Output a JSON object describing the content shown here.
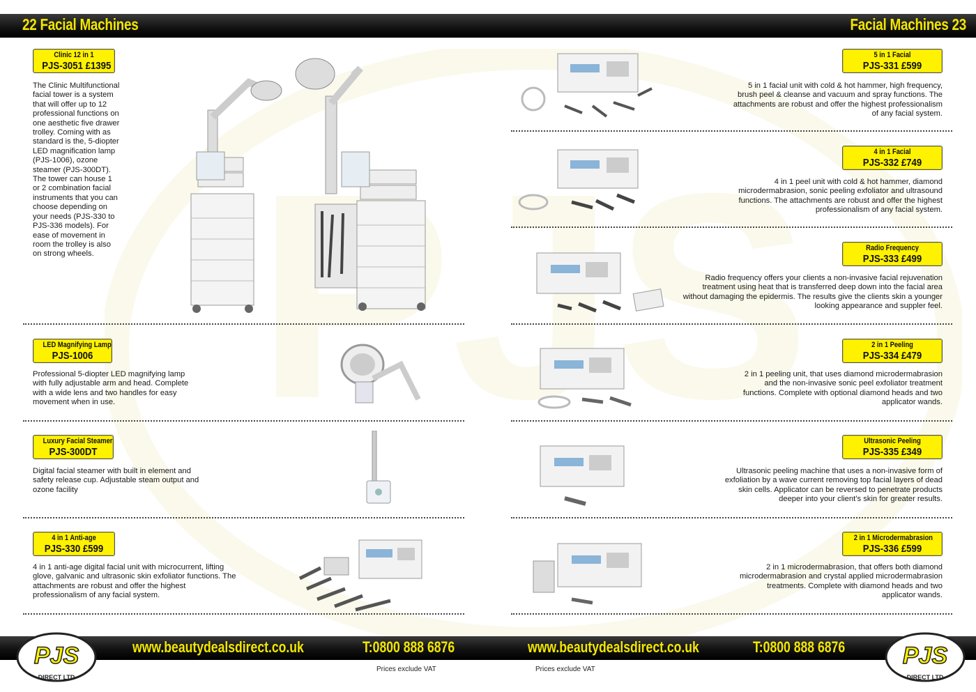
{
  "header": {
    "left": "22  Facial Machines",
    "right": "Facial Machines  23"
  },
  "products": [
    {
      "name": "Clinic 12 in 1",
      "code": "PJS-3051  £1395",
      "description": "The Clinic Multifunctional facial tower is a system that will offer up to 12 professional functions on one aesthetic five drawer trolley. Coming with as standard is the, 5-diopter LED magnification lamp (PJS-1006), ozone steamer (PJS-300DT). The tower can house 1 or 2 combination facial instruments that you can choose depending on your needs (PJS-330 to PJS-336 models). For ease of movement in room the trolley is also on strong wheels."
    },
    {
      "name": "LED Magnifying Lamp",
      "code": "PJS-1006",
      "description": "Professional 5-diopter LED magnifying lamp with fully adjustable arm and head. Complete with a wide lens and two handles for easy movement when in use."
    },
    {
      "name": "Luxury Facial Steamer",
      "code": "PJS-300DT",
      "description": "Digital facial steamer with built in element and safety release cup. Adjustable steam output and ozone facility"
    },
    {
      "name": "4 in 1 Anti-age",
      "code": "PJS-330  £599",
      "description": "4 in 1 anti-age digital facial unit with microcurrent, lifting glove, galvanic and ultrasonic skin exfoliator functions. The attachments are robust and offer the highest professionalism of any facial system."
    },
    {
      "name": "5 in 1 Facial",
      "code": "PJS-331  £599",
      "description": "5 in 1 facial unit with cold & hot hammer, high frequency, brush peel & cleanse and vacuum and spray functions. The attachments are robust and offer the highest professionalism of any facial system."
    },
    {
      "name": "4 in 1 Facial",
      "code": "PJS-332  £749",
      "description": "4 in 1 peel unit with cold & hot hammer, diamond microdermabrasion, sonic peeling exfoliator and ultrasound functions. The attachments are robust and offer the highest professionalism of any facial system."
    },
    {
      "name": "Radio Frequency",
      "code": "PJS-333  £499",
      "description": "Radio frequency offers your clients a non-invasive facial rejuvenation treatment using heat that is transferred deep down into the facial area without damaging the epidermis. The results give the clients skin a younger looking appearance and suppler feel."
    },
    {
      "name": "2 in 1 Peeling",
      "code": "PJS-334  £479",
      "description": "2 in 1 peeling unit, that uses diamond microdermabrasion and the non-invasive sonic peel exfoliator treatment functions. Complete with optional diamond heads and two applicator wands."
    },
    {
      "name": "Ultrasonic Peeling",
      "code": "PJS-335  £349",
      "description": "Ultrasonic peeling machine that uses a non-invasive form of exfoliation by a wave current removing top facial layers of dead skin cells. Applicator can be reversed to penetrate products deeper into your client’s skin for greater results."
    },
    {
      "name": "2 in 1 Microdermabrasion",
      "code": "PJS-336  £599",
      "description": "2 in 1 microdermabrasion, that offers both diamond microdermabrasion and crystal applied microdermabrasion treatments. Complete with diamond heads and two applicator wands."
    }
  ],
  "footer": {
    "website": "www.beautydealsdirect.co.uk",
    "phone": "T:0800 888 6876",
    "vat_note": "Prices exclude VAT",
    "logo_text": "PJS",
    "logo_sub": "DIRECT LTD"
  },
  "colors": {
    "accent": "#fff200",
    "bar": "#111111",
    "bar_text": "#f2e600"
  }
}
